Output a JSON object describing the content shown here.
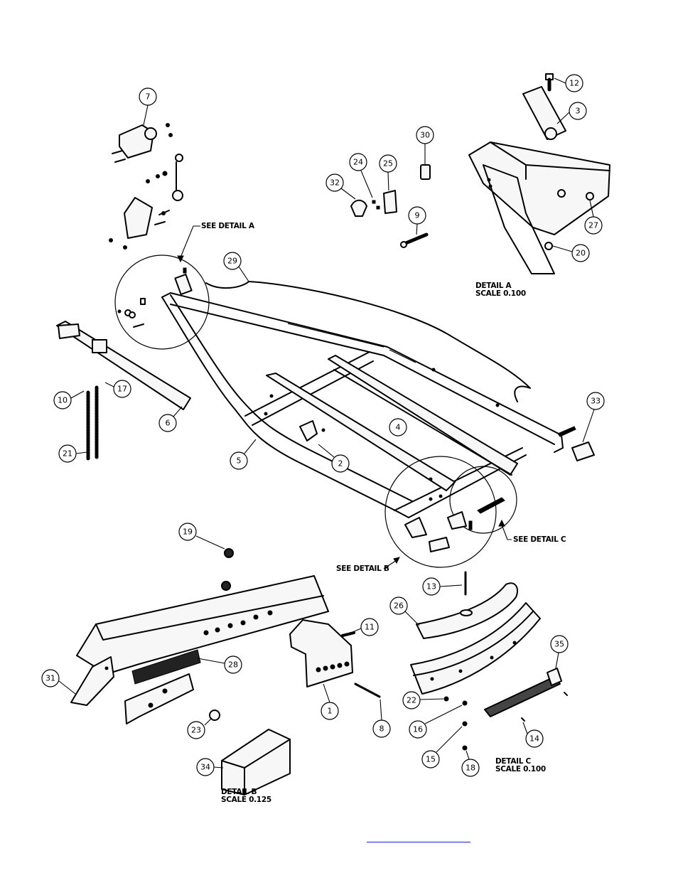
{
  "diagram": {
    "callouts": [
      "1",
      "2",
      "3",
      "4",
      "5",
      "6",
      "7",
      "8",
      "9",
      "10",
      "11",
      "12",
      "13",
      "14",
      "15",
      "16",
      "17",
      "18",
      "19",
      "20",
      "21",
      "22",
      "23",
      "24",
      "25",
      "26",
      "27",
      "28",
      "29",
      "30",
      "31",
      "32",
      "33",
      "34",
      "35"
    ],
    "notes": {
      "see_detail_a": "SEE DETAIL A",
      "see_detail_b": "SEE DETAIL B",
      "see_detail_c": "SEE DETAIL C",
      "detail_a_title": "DETAIL A",
      "detail_a_scale": "SCALE 0.100",
      "detail_b_title": "DETAIL B",
      "detail_b_scale": "SCALE 0.125",
      "detail_c_title": "DETAIL C",
      "detail_c_scale": "SCALE 0.100"
    }
  },
  "colors": {
    "line": "#000000",
    "background": "#ffffff",
    "link": "#1a1aee"
  }
}
